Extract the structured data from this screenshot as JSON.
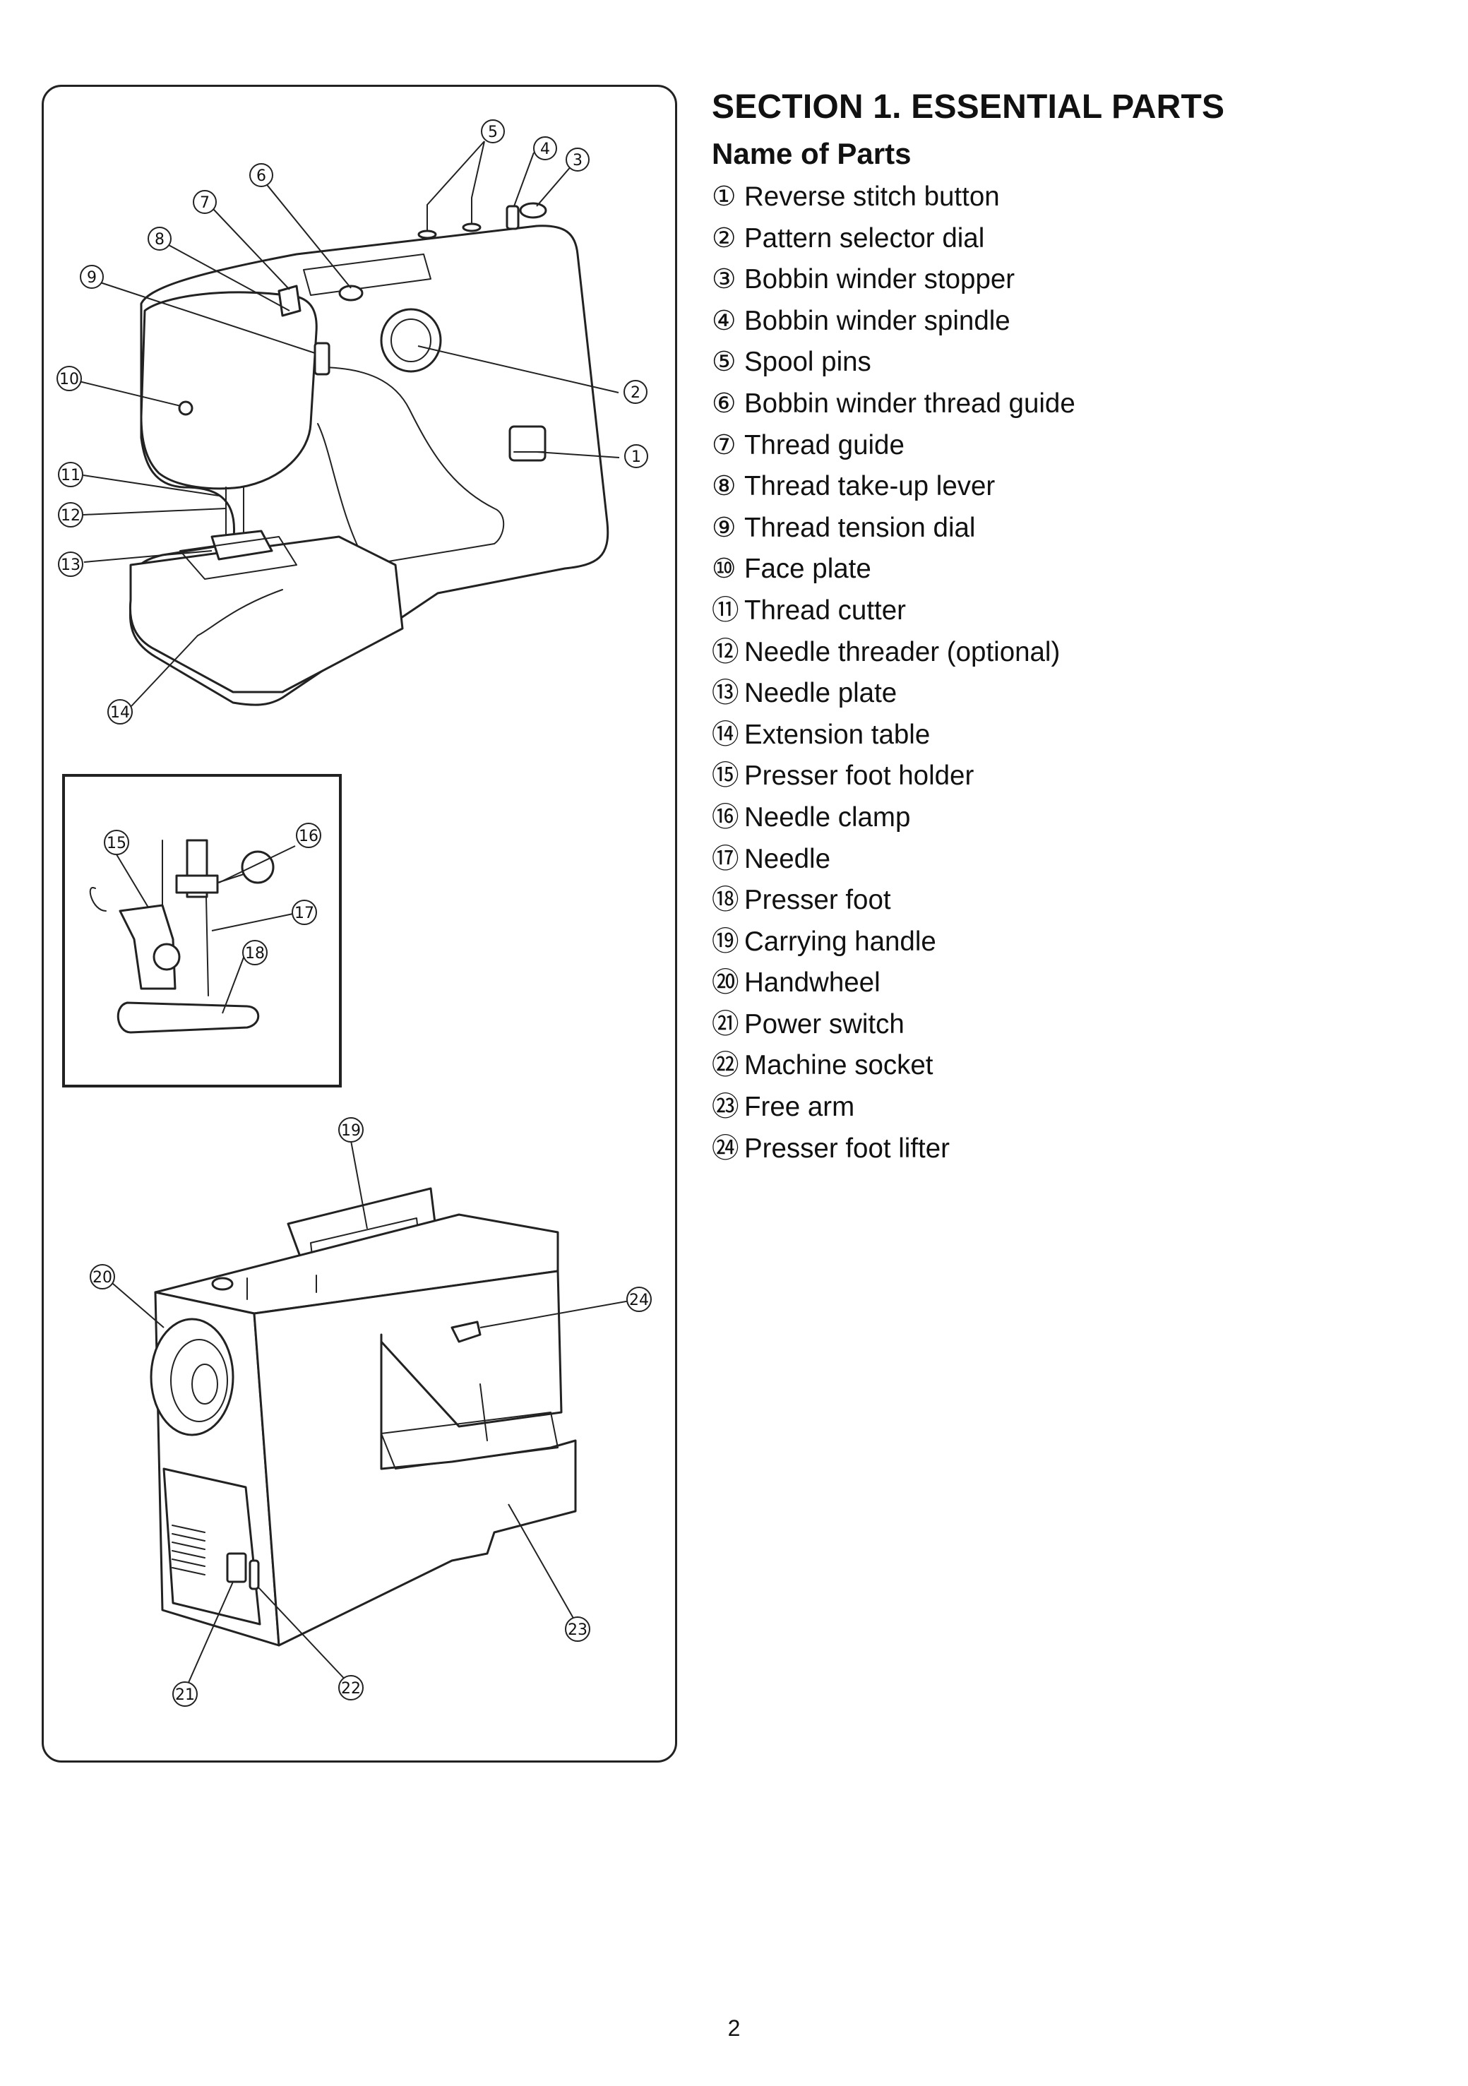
{
  "section_title": "SECTION 1. ESSENTIAL PARTS",
  "subsection_title": "Name of Parts",
  "parts": [
    {
      "num": "①",
      "name": "Reverse stitch button"
    },
    {
      "num": "②",
      "name": "Pattern selector dial"
    },
    {
      "num": "③",
      "name": "Bobbin winder stopper"
    },
    {
      "num": "④",
      "name": "Bobbin winder spindle"
    },
    {
      "num": "⑤",
      "name": "Spool pins"
    },
    {
      "num": "⑥",
      "name": "Bobbin winder thread guide"
    },
    {
      "num": "⑦",
      "name": "Thread guide"
    },
    {
      "num": "⑧",
      "name": "Thread take-up lever"
    },
    {
      "num": "⑨",
      "name": "Thread tension dial"
    },
    {
      "num": "⑩",
      "name": "Face plate"
    },
    {
      "num": "⑪",
      "name": "Thread cutter"
    },
    {
      "num": "⑫",
      "name": "Needle threader (optional)"
    },
    {
      "num": "⑬",
      "name": "Needle plate"
    },
    {
      "num": "⑭",
      "name": "Extension table"
    },
    {
      "num": "⑮",
      "name": "Presser foot holder"
    },
    {
      "num": "⑯",
      "name": "Needle clamp"
    },
    {
      "num": "⑰",
      "name": "Needle"
    },
    {
      "num": "⑱",
      "name": "Presser foot"
    },
    {
      "num": "⑲",
      "name": "Carrying handle"
    },
    {
      "num": "⑳",
      "name": "Handwheel"
    },
    {
      "num": "㉑",
      "name": "Power switch"
    },
    {
      "num": "㉒",
      "name": "Machine socket"
    },
    {
      "num": "㉓",
      "name": "Free arm"
    },
    {
      "num": "㉔",
      "name": "Presser foot lifter"
    }
  ],
  "callouts": {
    "c1": "1",
    "c2": "2",
    "c3": "3",
    "c4": "4",
    "c5": "5",
    "c6": "6",
    "c7": "7",
    "c8": "8",
    "c9": "9",
    "c10": "10",
    "c11": "11",
    "c12": "12",
    "c13": "13",
    "c14": "14",
    "c15": "15",
    "c16": "16",
    "c17": "17",
    "c18": "18",
    "c19": "19",
    "c20": "20",
    "c21": "21",
    "c22": "22",
    "c23": "23",
    "c24": "24"
  },
  "page_number": "2"
}
